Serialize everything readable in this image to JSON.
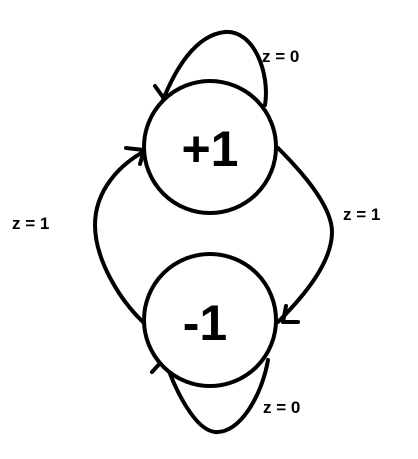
{
  "states": {
    "top": {
      "label": "+1"
    },
    "bottom": {
      "label": "-1"
    }
  },
  "transitions": {
    "top_self_loop": {
      "label": "z = 0"
    },
    "bottom_self_loop": {
      "label": "z = 0"
    },
    "left_up": {
      "label": "z = 1"
    },
    "right_down": {
      "label": "z = 1"
    }
  },
  "colors": {
    "stroke": "#000000",
    "background": "#ffffff"
  }
}
